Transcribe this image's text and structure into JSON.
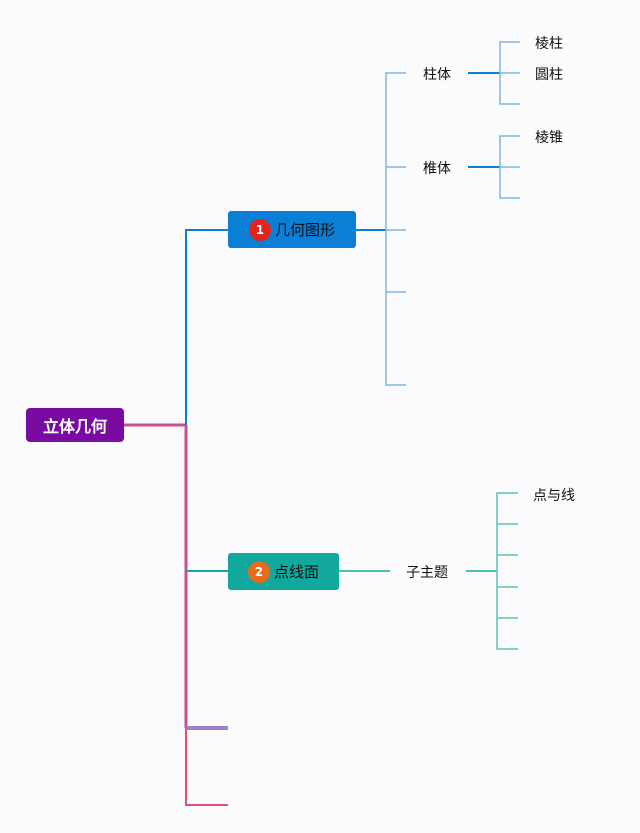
{
  "colors": {
    "root": "#7a0ba0",
    "branch1": "#0b7fd6",
    "branch1_light": "#7fb8e4",
    "branch2": "#11a99e",
    "branch2_light": "#5cc3bb",
    "root_trunk": "#c8508f",
    "stub_purple": "#9d7fcc",
    "stub_red": "#e0506a",
    "badge1": "#e2241c",
    "badge2": "#e86b1d"
  },
  "root": {
    "label": "立体几何"
  },
  "branches": [
    {
      "label": "几何图形",
      "badge": "1",
      "children": [
        {
          "label": "柱体",
          "children": [
            "棱柱",
            "圆柱",
            ""
          ]
        },
        {
          "label": "椎体",
          "children": [
            "棱锥",
            "",
            ""
          ]
        },
        {
          "label": "",
          "children": []
        },
        {
          "label": "",
          "children": []
        },
        {
          "label": "",
          "children": []
        }
      ]
    },
    {
      "label": "点线面",
      "badge": "2",
      "children": [
        {
          "label": "子主题",
          "children": [
            "点与线",
            "",
            "",
            "",
            "",
            ""
          ]
        }
      ]
    },
    {
      "label": "",
      "children": []
    },
    {
      "label": "",
      "children": []
    }
  ]
}
